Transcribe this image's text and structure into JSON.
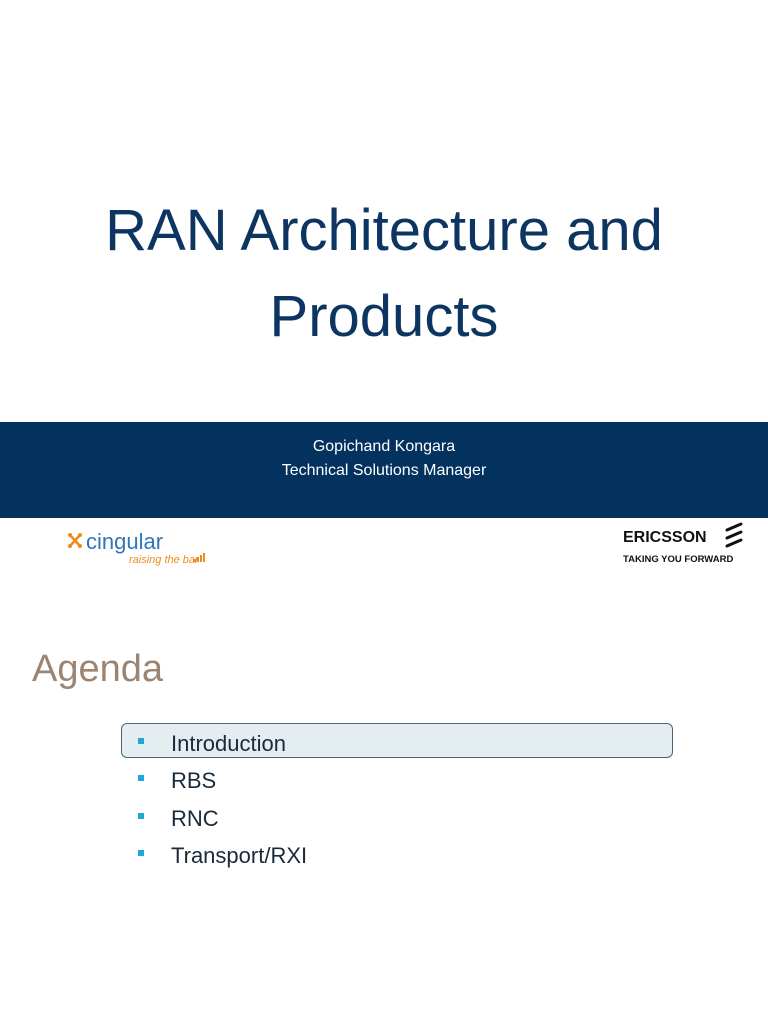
{
  "title_slide": {
    "title_lines": [
      "RAN Architecture and",
      "Products"
    ],
    "presenter_name": "Gopichand Kongara",
    "presenter_role": "Technical Solutions Manager",
    "band_color": "#03325f",
    "title_color": "#0d3561",
    "cingular_logo": {
      "brand": "cingular",
      "tagline": "raising the bar"
    },
    "ericsson_logo": {
      "brand": "ERICSSON",
      "tagline": "TAKING YOU FORWARD"
    }
  },
  "agenda_slide": {
    "title": "Agenda",
    "title_color": "#9b8471",
    "bullet_color": "#22a7d9",
    "items": [
      "Introduction",
      "RBS",
      "RNC",
      "Transport/RXI"
    ],
    "highlighted_item": "Introduction"
  }
}
